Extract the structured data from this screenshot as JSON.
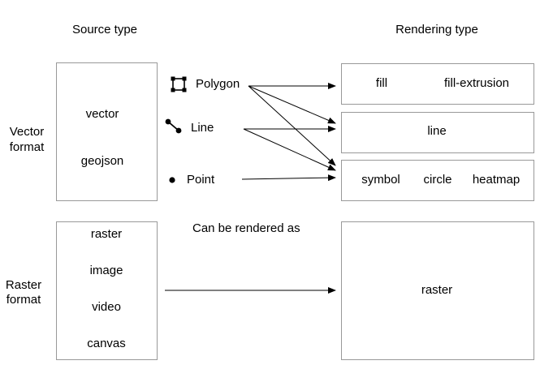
{
  "headers": {
    "source": "Source type",
    "rendering": "Rendering type"
  },
  "row_labels": {
    "vector": [
      "Vector",
      "format"
    ],
    "raster": [
      "Raster",
      "format"
    ]
  },
  "vector_sources": [
    "vector",
    "geojson"
  ],
  "raster_sources": [
    "raster",
    "image",
    "video",
    "canvas"
  ],
  "geometries": [
    {
      "label": "Polygon",
      "icon": "polygon-icon"
    },
    {
      "label": "Line",
      "icon": "line-icon"
    },
    {
      "label": "Point",
      "icon": "point-icon"
    }
  ],
  "rendering": {
    "fill_row": [
      "fill",
      "fill-extrusion"
    ],
    "line_row": [
      "line"
    ],
    "point_row": [
      "symbol",
      "circle",
      "heatmap"
    ],
    "raster_row": [
      "raster"
    ]
  },
  "caption": "Can be rendered as"
}
